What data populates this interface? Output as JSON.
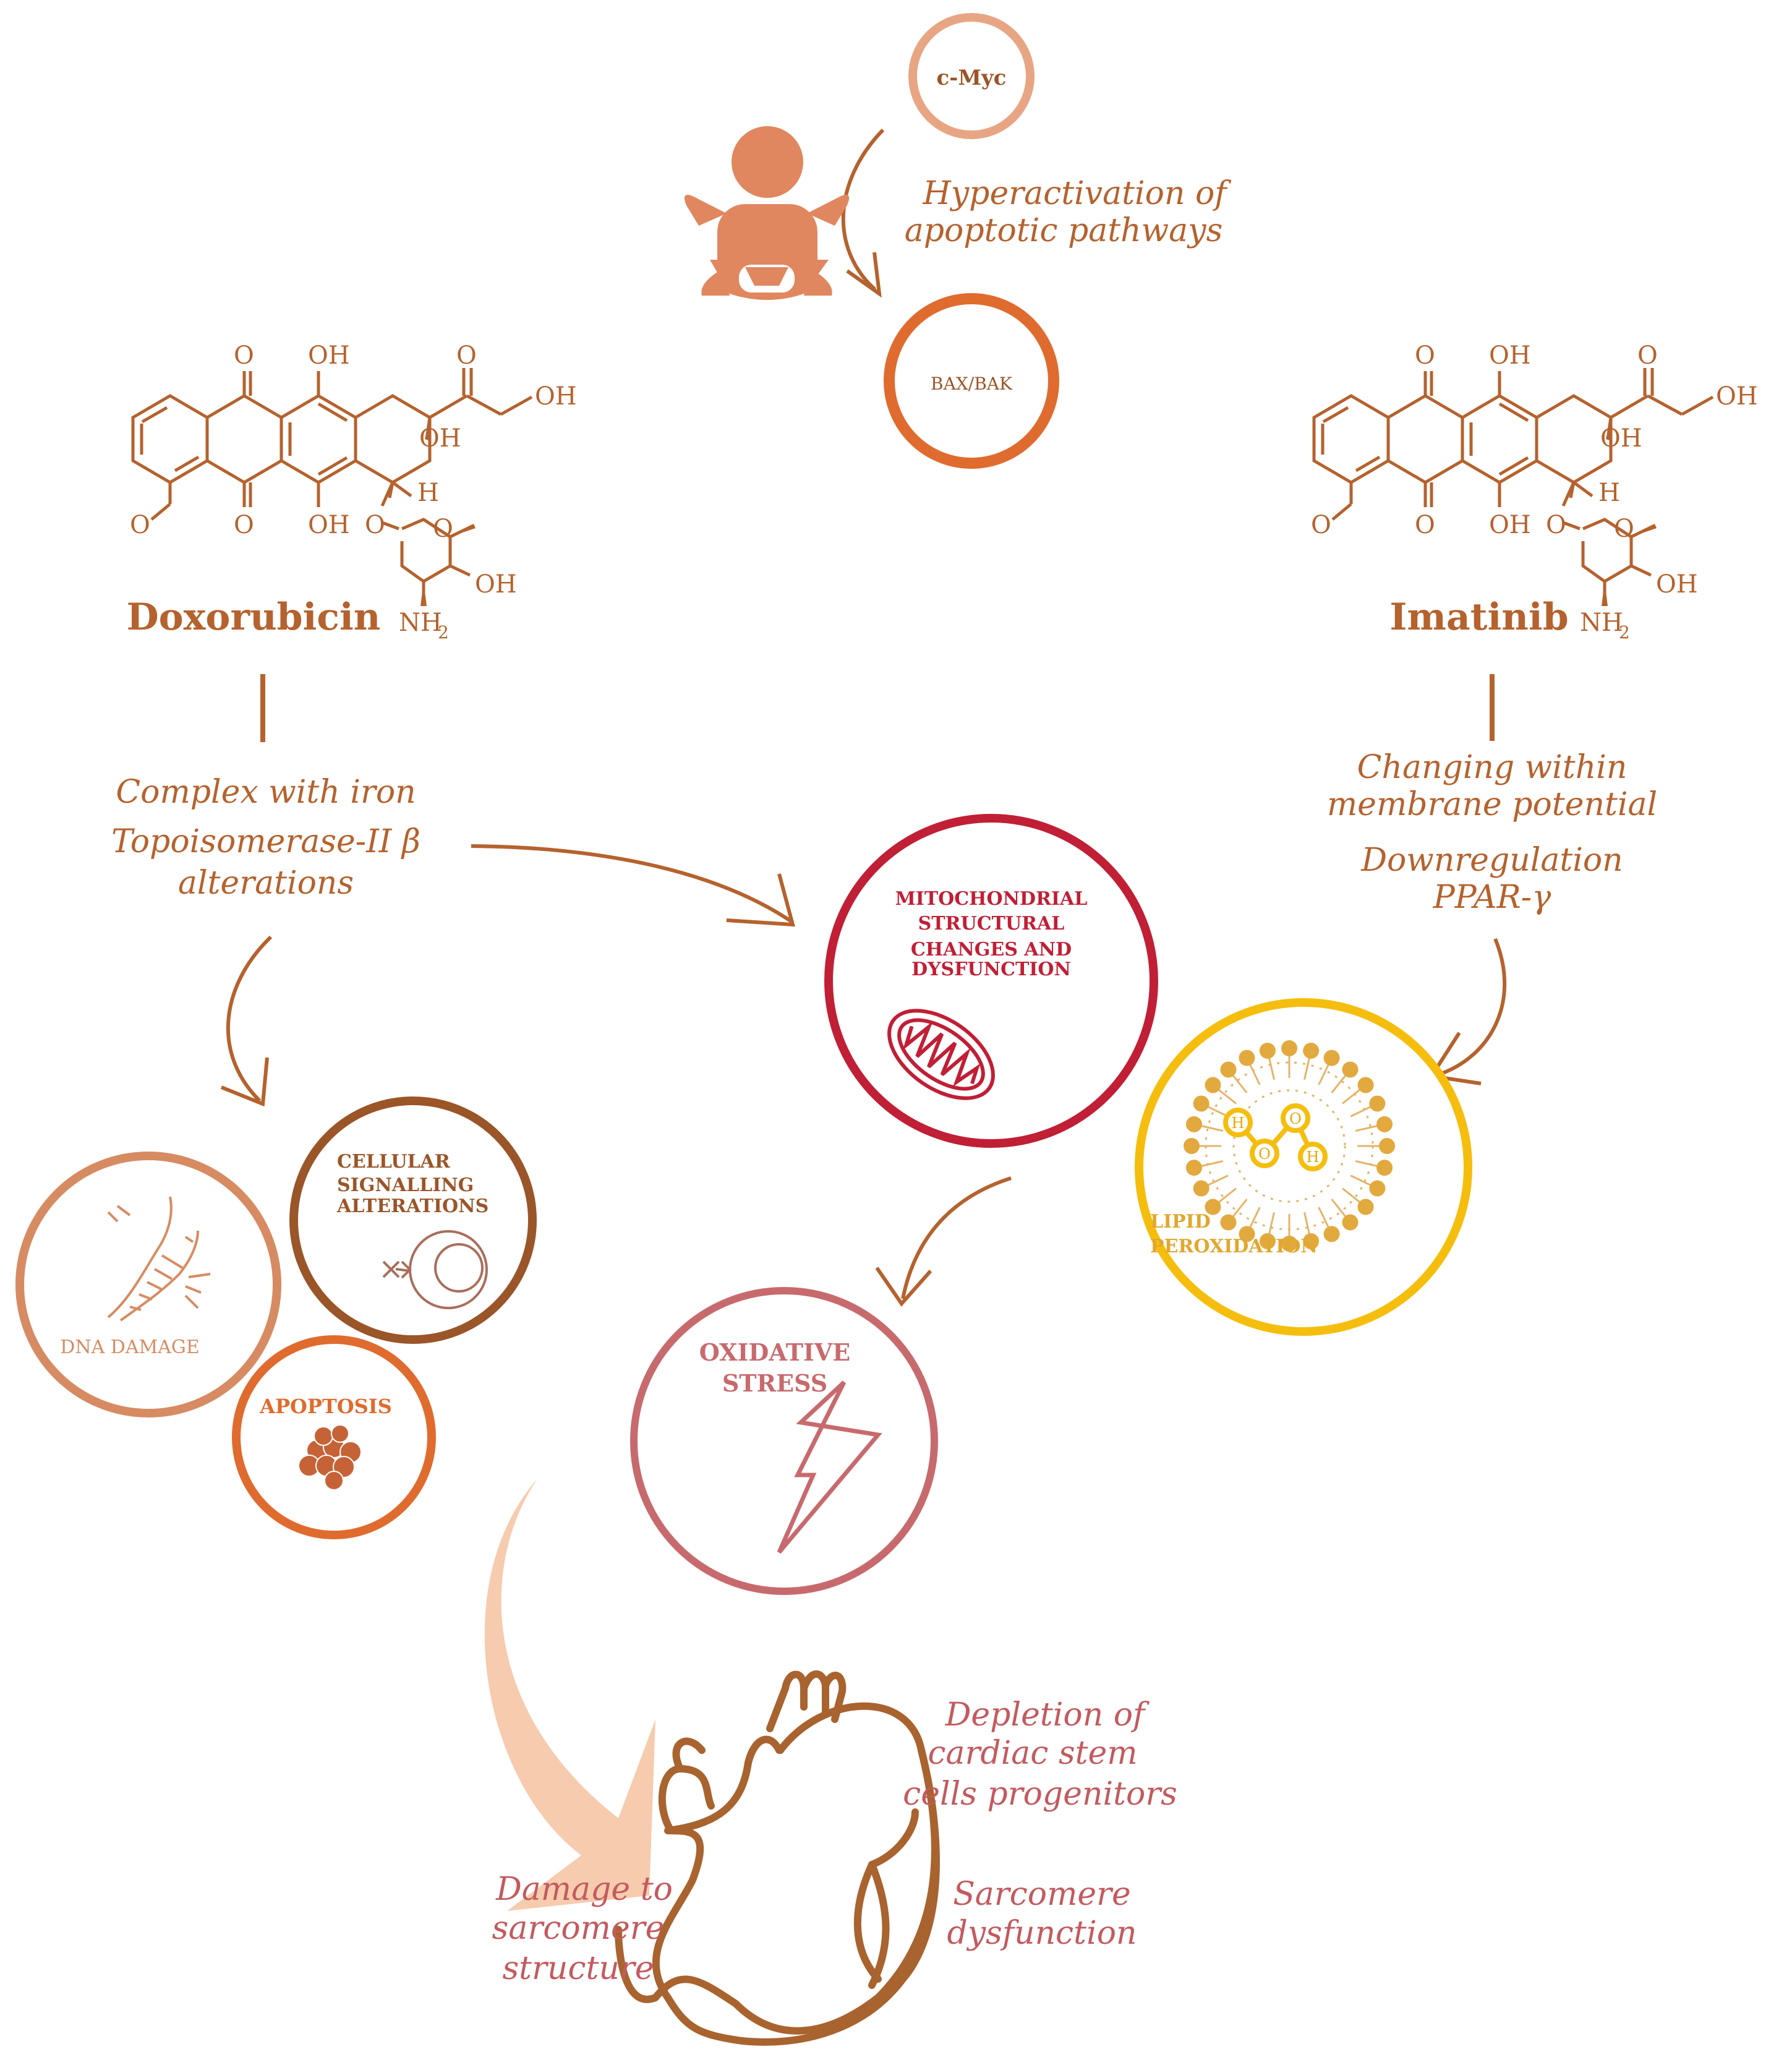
{
  "colors": {
    "brown": "#B5622E",
    "salmon": "#E8A584",
    "orange": "#E06B2E",
    "crimson": "#C01F36",
    "gold": "#F5BE0E",
    "rose": "#C76A6E",
    "dna": "#D78B62",
    "signalling": "#9A5528",
    "peach": "#F6CBAE",
    "heart": "#A8632F",
    "pink_text": "#C35A5F"
  },
  "icons": [
    "baby-icon",
    "mitochondrion-icon",
    "dna-icon",
    "cell-icon",
    "apoptotic-cells-icon",
    "lightning-icon",
    "liposome-icon",
    "heart-icon"
  ],
  "top": {
    "cmyc_label": "c-Myc",
    "baxbak_label": "BAX/BAK",
    "hyperactivation_line1": "Hyperactivation of",
    "hyperactivation_line2": "apoptotic pathways"
  },
  "left_drug": {
    "name": "Doxorubicin",
    "effect_line1": "Complex with iron",
    "effect_line2": "Topoisomerase-II β",
    "effect_line3": "alterations"
  },
  "right_drug": {
    "name": "Imatinib",
    "effect_line1": "Changing within",
    "effect_line2": "membrane potential",
    "effect_line3": "Downregulation",
    "effect_line4": "PPAR-γ"
  },
  "molecule_labels": {
    "o": "O",
    "oh": "OH",
    "h": "H",
    "nh": "NH",
    "sub2": "2"
  },
  "mito": {
    "line1": "MITOCHONDRIAL",
    "line2": "STRUCTURAL",
    "line3": "CHANGES AND",
    "line4": "DYSFUNCTION"
  },
  "lipid": {
    "line1": "LIPID",
    "line2": "PEROXIDATION",
    "h_label": "H",
    "o_label": "O"
  },
  "oxidative": {
    "line1": "OXIDATIVE",
    "line2": "STRESS"
  },
  "dna_damage": "DNA DAMAGE",
  "signalling": {
    "line1": "CELLULAR",
    "line2": "SIGNALLING",
    "line3": "ALTERATIONS"
  },
  "apoptosis": "APOPTOSIS",
  "heart_texts": {
    "depletion_line1": "Depletion of",
    "depletion_line2": "cardiac stem",
    "depletion_line3": "cells progenitors",
    "sarcomere_line1": "Sarcomere",
    "sarcomere_line2": "dysfunction",
    "damage_line1": "Damage  to",
    "damage_line2": "sarcomere",
    "damage_line3": "structure"
  }
}
